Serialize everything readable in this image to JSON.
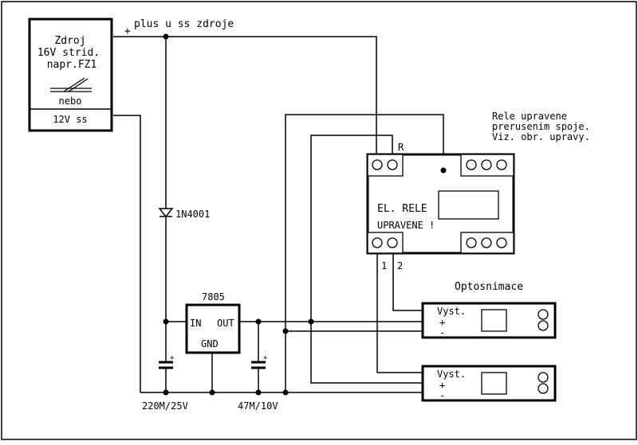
{
  "supply": {
    "line1": "Zdroj",
    "line2": "16V strid.",
    "line3": "napr.FZ1",
    "or": "nebo",
    "alt": "12V ss"
  },
  "plus_label": "plus u ss zdroje",
  "plus_sign": "+",
  "diode": "1N4001",
  "regulator": {
    "name": "7805",
    "in": "IN",
    "out": "OUT",
    "gnd": "GND"
  },
  "cap1": "220M/25V",
  "cap2": "47M/10V",
  "cap_plus": "+",
  "relay": {
    "title1": "EL. RELE",
    "title2": "UPRAVENE !",
    "pin_r": "R",
    "pin1": "1",
    "pin2": "2"
  },
  "note": {
    "line1": "Rele upravene",
    "line2": "prerusenim spoje.",
    "line3": "Viz. obr. upravy."
  },
  "opto": {
    "title": "Optosnimace",
    "out": "Vyst.",
    "plus": "+",
    "minus": "-"
  }
}
